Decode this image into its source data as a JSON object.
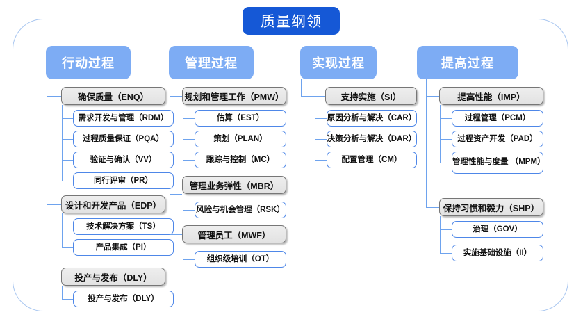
{
  "root": {
    "title": "质量纲领"
  },
  "columns": [
    {
      "header": "行动过程",
      "groups": [
        {
          "title": "确保质量（ENQ）",
          "children": [
            "需求开发与管理（RDM）",
            "过程质量保证（PQA）",
            "验证与确认（VV）",
            "同行评审（PR）"
          ]
        },
        {
          "title": "设计和开发产品（EDP）",
          "children": [
            "技术解决方案（TS）",
            "产品集成（PI）"
          ]
        },
        {
          "title": "投产与发布（DLY）",
          "children": [
            "投产与发布（DLY）"
          ]
        }
      ]
    },
    {
      "header": "管理过程",
      "groups": [
        {
          "title": "规划和管理工作（PMW）",
          "children": [
            "估算（EST）",
            "策划（PLAN）",
            "跟踪与控制（MC）"
          ]
        },
        {
          "title": "管理业务弹性（MBR）",
          "children": [
            "风险与机会管理（RSK）"
          ]
        },
        {
          "title": "管理员工（MWF）",
          "children": [
            "组织级培训（OT）"
          ]
        }
      ]
    },
    {
      "header": "实现过程",
      "groups": [
        {
          "title": "支持实施（SI）",
          "children": [
            "原因分析与解决（CAR）",
            "决策分析与解决（DAR）",
            "配置管理（CM）"
          ]
        }
      ]
    },
    {
      "header": "提高过程",
      "groups": [
        {
          "title": "提高性能（IMP）",
          "children": [
            "过程管理（PCM）",
            "过程资产开发（PAD）",
            "管理性能与度量\n（MPM）"
          ]
        },
        {
          "title": "保持习惯和毅力（SHP）",
          "children": [
            "治理（GOV）",
            "实施基础设施（II）"
          ]
        }
      ]
    }
  ],
  "colors": {
    "root_fill": "#1558d6",
    "column_header_fill": "#7dacf4",
    "group_fill": "#e6e6e6",
    "group_border": "#767676",
    "leaf_border": "#4e87e8",
    "connector": "#6ea3ee",
    "frame_border": "#a8c6f0"
  }
}
